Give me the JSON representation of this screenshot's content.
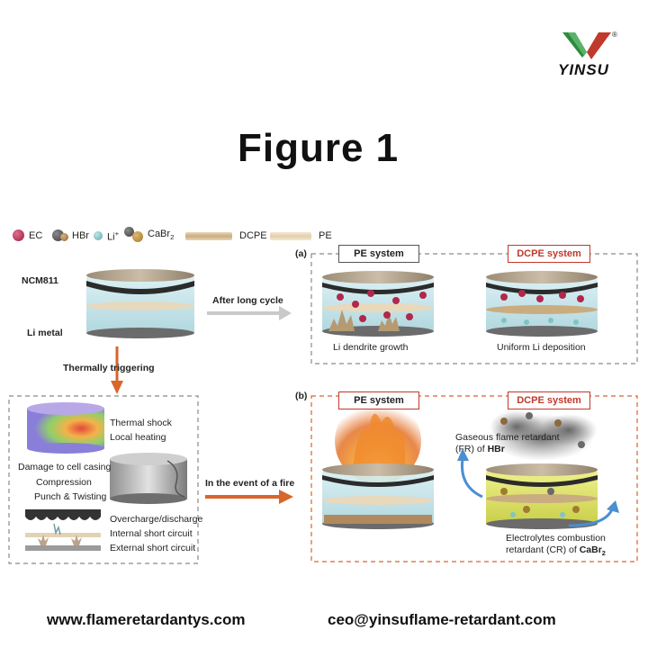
{
  "header": {
    "logo_text": "YINSU",
    "registered_mark": "®",
    "title": "Figure 1"
  },
  "legend": {
    "ec": "EC",
    "hbr": "HBr",
    "li": "Li",
    "li_sup": "+",
    "cabr": "CaBr",
    "cabr_sub": "2",
    "dcpe": "DCPE",
    "pe": "PE"
  },
  "left": {
    "ncm": "NCM811",
    "li_metal": "Li metal",
    "after_long_cycle": "After long cycle",
    "thermally_triggering": "Thermally triggering",
    "thermal_shock": "Thermal shock",
    "local_heating": "Local heating",
    "damage": "Damage to cell casing",
    "compression": "Compression",
    "punch": "Punch & Twisting",
    "overcharge": "Overcharge/discharge",
    "internal_short": "Internal short circuit",
    "external_short": "External short circuit",
    "in_event_fire": "In the event of a fire"
  },
  "panel_a": {
    "label": "(a)",
    "pe_system": "PE system",
    "dcpe_system": "DCPE system",
    "dendrite": "Li dendrite growth",
    "uniform": "Uniform Li deposition"
  },
  "panel_b": {
    "label": "(b)",
    "pe_system": "PE system",
    "dcpe_system": "DCPE system",
    "gaseous_line1": "Gaseous flame retardant",
    "gaseous_line2_pre": "(FR) of ",
    "gaseous_hbr": "HBr",
    "electrolytes_line1": "Electrolytes combustion",
    "electrolytes_line2_pre": "retardant (CR) of ",
    "electrolytes_cabr": "CaBr",
    "electrolytes_cabr_sub": "2"
  },
  "footer": {
    "website": "www.flameretardantys.com",
    "email": "ceo@yinsuflame-retardant.com"
  },
  "colors": {
    "orange_arrow": "#d9652b",
    "grey_arrow": "#c9c9c9",
    "pe_box_border": "#555555",
    "dcpe_box_border": "#c0392b",
    "dcpe_text": "#c0392b",
    "panel_b_border": "#d9652b",
    "ec_color": "#b0284b",
    "li_color": "#7ec4c7"
  }
}
